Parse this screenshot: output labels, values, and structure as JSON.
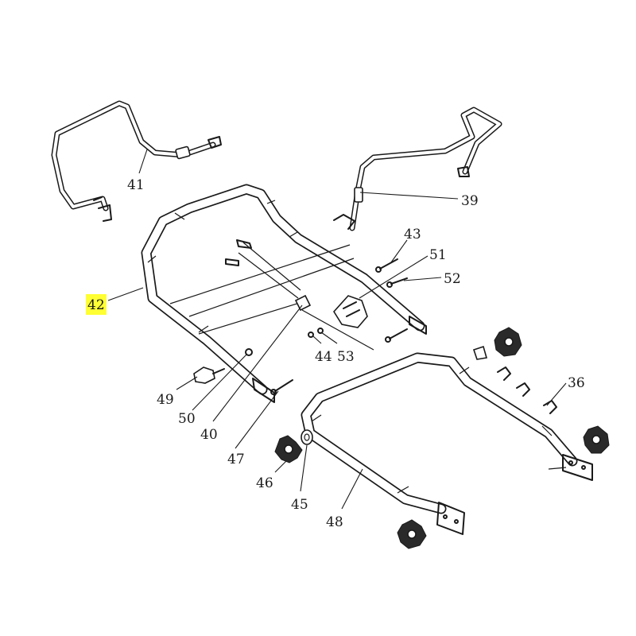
{
  "diagram": {
    "callouts": [
      {
        "id": "41",
        "label": "41",
        "highlighted": false
      },
      {
        "id": "39",
        "label": "39",
        "highlighted": false
      },
      {
        "id": "43",
        "label": "43",
        "highlighted": false
      },
      {
        "id": "51",
        "label": "51",
        "highlighted": false
      },
      {
        "id": "52",
        "label": "52",
        "highlighted": false
      },
      {
        "id": "42",
        "label": "42",
        "highlighted": true
      },
      {
        "id": "44",
        "label": "44",
        "highlighted": false
      },
      {
        "id": "53",
        "label": "53",
        "highlighted": false
      },
      {
        "id": "36",
        "label": "36",
        "highlighted": false
      },
      {
        "id": "49",
        "label": "49",
        "highlighted": false
      },
      {
        "id": "50",
        "label": "50",
        "highlighted": false
      },
      {
        "id": "40",
        "label": "40",
        "highlighted": false
      },
      {
        "id": "47",
        "label": "47",
        "highlighted": false
      },
      {
        "id": "46",
        "label": "46",
        "highlighted": false
      },
      {
        "id": "45",
        "label": "45",
        "highlighted": false
      },
      {
        "id": "48",
        "label": "48",
        "highlighted": false
      }
    ],
    "highlight_color": "#ffff33",
    "line_color": "#1a1a1a",
    "background": "#ffffff"
  }
}
